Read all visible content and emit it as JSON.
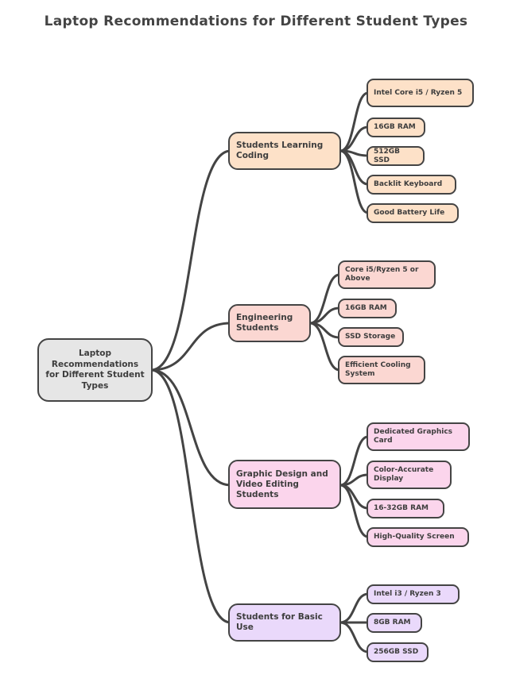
{
  "title": "Laptop Recommendations for Different Student Types",
  "root": {
    "label": "Laptop Recommendations for Different Student Types"
  },
  "branches": [
    {
      "label": "Students Learning Coding",
      "color": "#fde1c8",
      "items": [
        "Intel Core i5 / Ryzen 5",
        "16GB RAM",
        "512GB SSD",
        "Backlit Keyboard",
        "Good Battery Life"
      ]
    },
    {
      "label": "Engineering Students",
      "color": "#fbd7d2",
      "items": [
        "Core i5/Ryzen 5 or Above",
        "16GB RAM",
        "SSD Storage",
        "Efficient Cooling System"
      ]
    },
    {
      "label": "Graphic Design and Video Editing Students",
      "color": "#fbd5ec",
      "items": [
        "Dedicated Graphics Card",
        "Color-Accurate Display",
        "16-32GB RAM",
        "High-Quality Screen"
      ]
    },
    {
      "label": "Students for Basic Use",
      "color": "#ead9fb",
      "items": [
        "Intel i3 / Ryzen 3",
        "8GB RAM",
        "256GB SSD"
      ]
    }
  ]
}
